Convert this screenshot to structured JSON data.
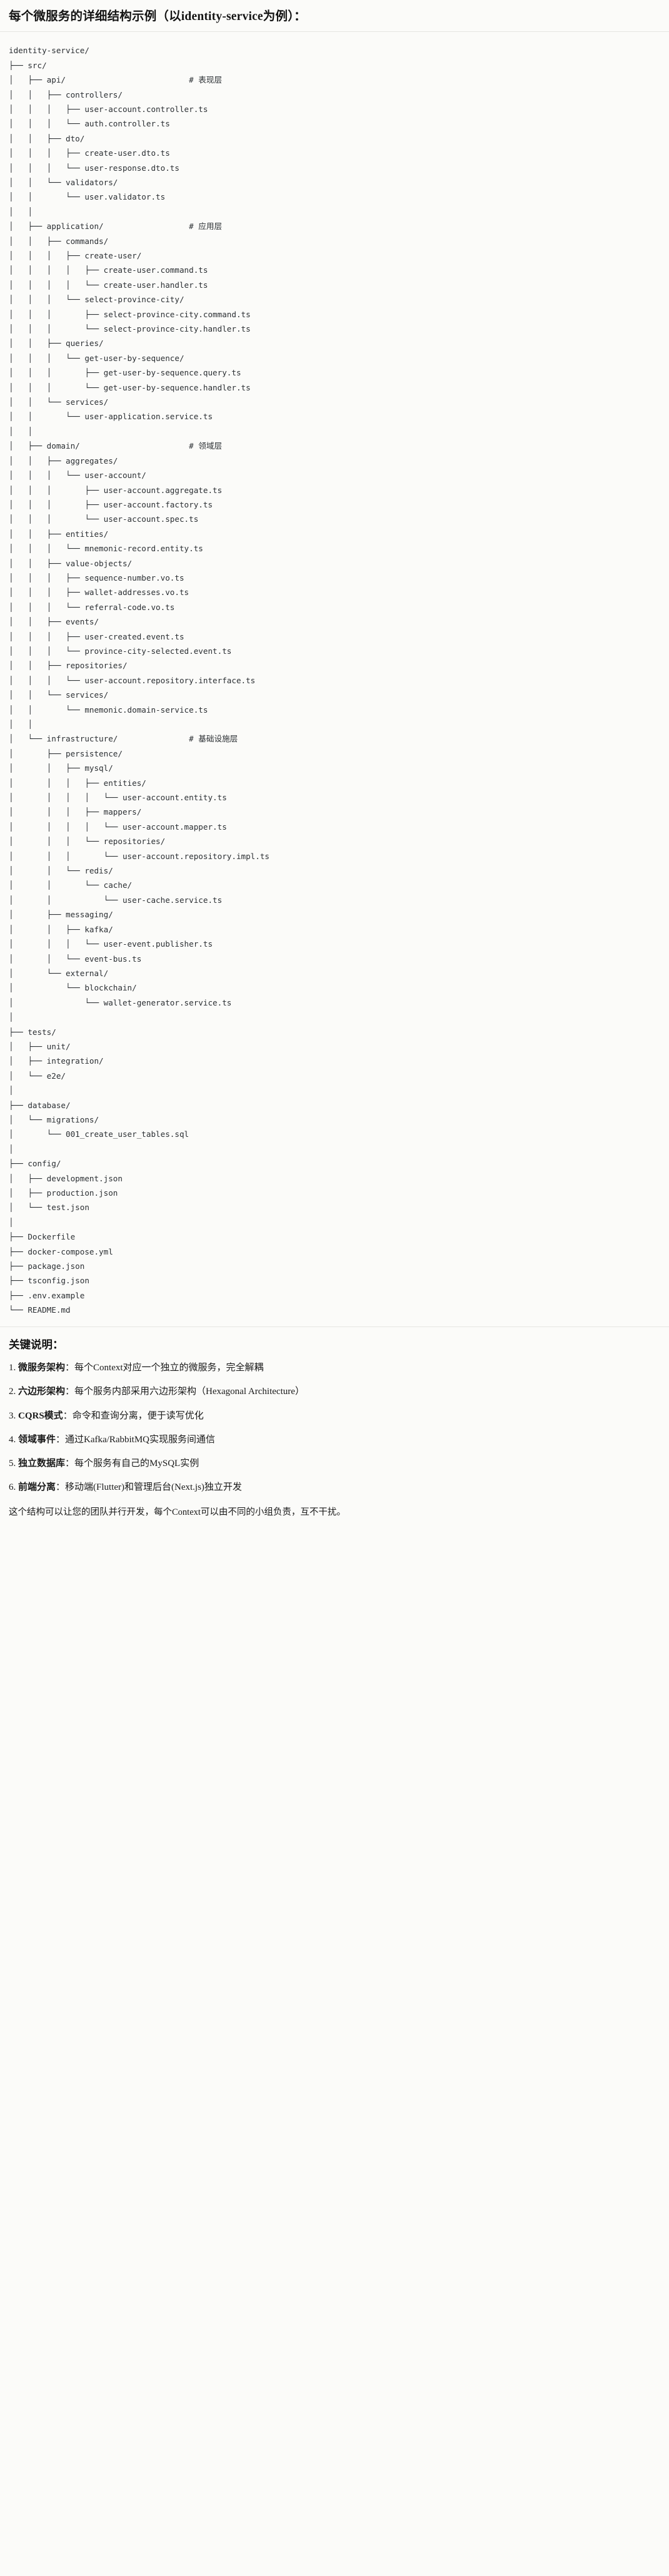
{
  "document": {
    "title": "每个微服务的详细结构示例（以identity-service为例）："
  },
  "tree": {
    "root": "identity-service/",
    "text": "identity-service/\n├── src/\n│   ├── api/                          # 表现层\n│   │   ├── controllers/\n│   │   │   ├── user-account.controller.ts\n│   │   │   └── auth.controller.ts\n│   │   ├── dto/\n│   │   │   ├── create-user.dto.ts\n│   │   │   └── user-response.dto.ts\n│   │   └── validators/\n│   │       └── user.validator.ts\n│   │\n│   ├── application/                  # 应用层\n│   │   ├── commands/\n│   │   │   ├── create-user/\n│   │   │   │   ├── create-user.command.ts\n│   │   │   │   └── create-user.handler.ts\n│   │   │   └── select-province-city/\n│   │   │       ├── select-province-city.command.ts\n│   │   │       └── select-province-city.handler.ts\n│   │   ├── queries/\n│   │   │   └── get-user-by-sequence/\n│   │   │       ├── get-user-by-sequence.query.ts\n│   │   │       └── get-user-by-sequence.handler.ts\n│   │   └── services/\n│   │       └── user-application.service.ts\n│   │\n│   ├── domain/                       # 领域层\n│   │   ├── aggregates/\n│   │   │   └── user-account/\n│   │   │       ├── user-account.aggregate.ts\n│   │   │       ├── user-account.factory.ts\n│   │   │       └── user-account.spec.ts\n│   │   ├── entities/\n│   │   │   └── mnemonic-record.entity.ts\n│   │   ├── value-objects/\n│   │   │   ├── sequence-number.vo.ts\n│   │   │   ├── wallet-addresses.vo.ts\n│   │   │   └── referral-code.vo.ts\n│   │   ├── events/\n│   │   │   ├── user-created.event.ts\n│   │   │   └── province-city-selected.event.ts\n│   │   ├── repositories/\n│   │   │   └── user-account.repository.interface.ts\n│   │   └── services/\n│   │       └── mnemonic.domain-service.ts\n│   │\n│   └── infrastructure/               # 基础设施层\n│       ├── persistence/\n│       │   ├── mysql/\n│       │   │   ├── entities/\n│       │   │   │   └── user-account.entity.ts\n│       │   │   ├── mappers/\n│       │   │   │   └── user-account.mapper.ts\n│       │   │   └── repositories/\n│       │   │       └── user-account.repository.impl.ts\n│       │   └── redis/\n│       │       └── cache/\n│       │           └── user-cache.service.ts\n│       ├── messaging/\n│       │   ├── kafka/\n│       │   │   └── user-event.publisher.ts\n│       │   └── event-bus.ts\n│       └── external/\n│           └── blockchain/\n│               └── wallet-generator.service.ts\n│\n├── tests/\n│   ├── unit/\n│   ├── integration/\n│   └── e2e/\n│\n├── database/\n│   └── migrations/\n│       └── 001_create_user_tables.sql\n│\n├── config/\n│   ├── development.json\n│   ├── production.json\n│   └── test.json\n│\n├── Dockerfile\n├── docker-compose.yml\n├── package.json\n├── tsconfig.json\n├── .env.example\n└── README.md",
    "layer_comments": [
      "# 表现层",
      "# 应用层",
      "# 领域层",
      "# 基础设施层"
    ]
  },
  "notes": {
    "heading": "关键说明：",
    "items": [
      {
        "lead": "微服务架构",
        "sep": "：",
        "body": "每个Context对应一个独立的微服务，完全解耦"
      },
      {
        "lead": "六边形架构",
        "sep": "：",
        "body": "每个服务内部采用六边形架构（Hexagonal Architecture）"
      },
      {
        "lead": "CQRS模式",
        "sep": "：",
        "body": "命令和查询分离，便于读写优化"
      },
      {
        "lead": "领域事件",
        "sep": "：",
        "body": "通过Kafka/RabbitMQ实现服务间通信"
      },
      {
        "lead": "独立数据库",
        "sep": "：",
        "body": "每个服务有自己的MySQL实例"
      },
      {
        "lead": "前端分离",
        "sep": "：",
        "body": "移动端(Flutter)和管理后台(Next.js)独立开发"
      }
    ],
    "closing": "这个结构可以让您的团队并行开发，每个Context可以由不同的小组负责，互不干扰。"
  }
}
